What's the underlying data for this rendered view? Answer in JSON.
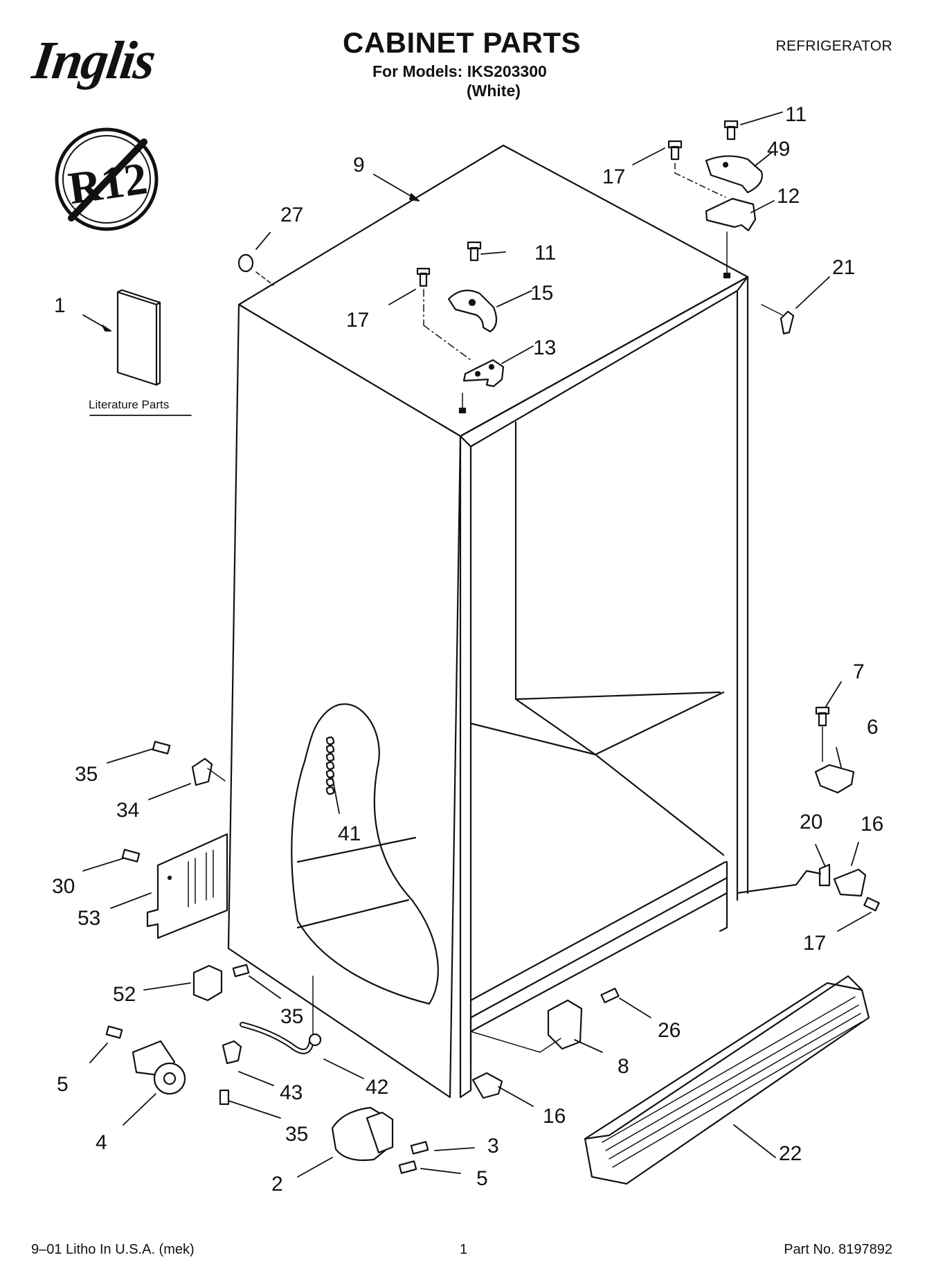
{
  "header": {
    "brand": "Inglis",
    "title": "CABINET PARTS",
    "models_line": "For Models: IKS203300",
    "variant": "(White)",
    "appliance": "REFRIGERATOR"
  },
  "badge": {
    "text": "R12"
  },
  "literature": {
    "label": "Literature Parts"
  },
  "callouts": [
    "1",
    "9",
    "27",
    "11",
    "17",
    "15",
    "13",
    "11",
    "17",
    "49",
    "12",
    "21",
    "7",
    "6",
    "20",
    "16",
    "17",
    "35",
    "34",
    "41",
    "30",
    "53",
    "52",
    "35",
    "26",
    "8",
    "5",
    "4",
    "43",
    "42",
    "35",
    "16",
    "22",
    "3",
    "5",
    "2"
  ],
  "footer": {
    "left": "9–01 Litho In U.S.A. (mek)",
    "center": "1",
    "right": "Part No. 8197892"
  }
}
